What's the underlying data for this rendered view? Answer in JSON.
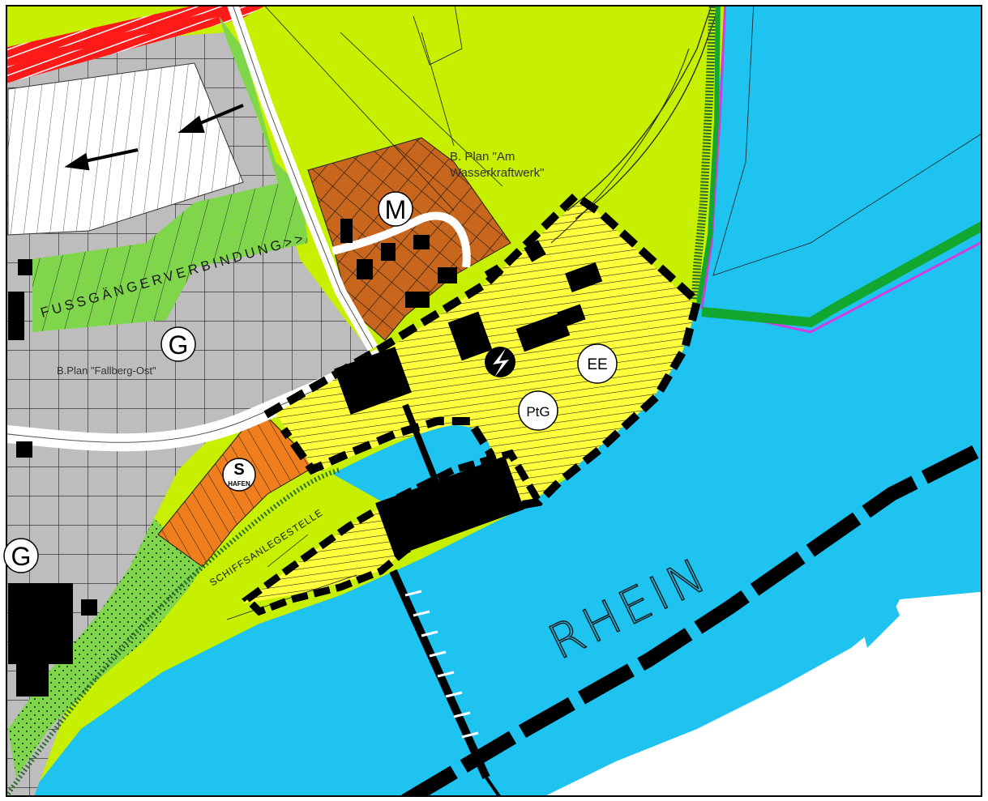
{
  "map": {
    "labels": {
      "zone_m": "M",
      "zone_g_top": "G",
      "zone_g_bottom": "G",
      "zone_ee": "EE",
      "zone_ptg": "PtG",
      "harbor_s": "S",
      "harbor_text": "HAFEN",
      "plan_wasserkraftwerk_line1": "B. Plan \"Am",
      "plan_wasserkraftwerk_line2": "Wasserkraftwerk\"",
      "plan_fallberg": "B.Plan \"Fallberg-Ost\"",
      "footpath": "FUSSGÄNGERVERBINDUNG>>",
      "landing_stage": "SCHIFFSANLEGESTELLE",
      "river": "RHEIN"
    },
    "colors": {
      "water": "#1fc3ef",
      "green_light": "#c6f000",
      "green_mid": "#7fd64a",
      "grey": "#bdbdbd",
      "brown": "#c8661d",
      "orange": "#f07d1e",
      "yellow": "#ffff3c",
      "red": "#ff1a1a",
      "magenta": "#d23ce0",
      "dark_green": "#12a830",
      "black": "#000000"
    }
  }
}
